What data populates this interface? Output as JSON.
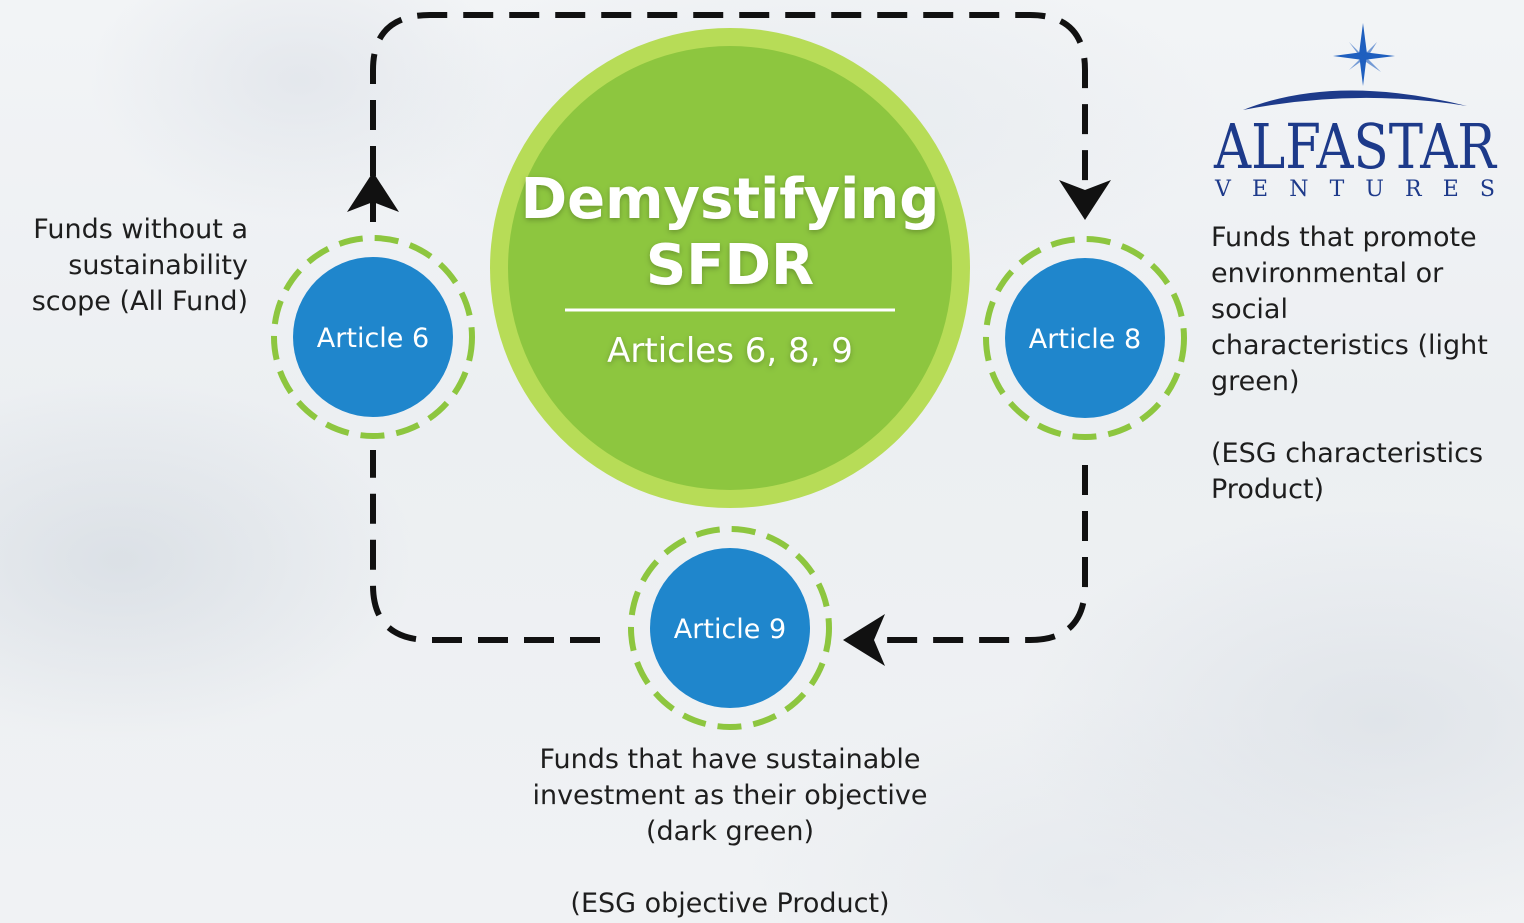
{
  "center": {
    "title_line1": "Demystifying",
    "title_line2": "SFDR",
    "subtitle": "Articles 6, 8, 9"
  },
  "articles": [
    {
      "label": "Article 6",
      "description": "Funds without a\nsustainability\nscope (All Fund)"
    },
    {
      "label": "Article 8",
      "description": "Funds that promote\nenvironmental or\nsocial\ncharacteristics (light\ngreen)\n\n(ESG characteristics\nProduct)"
    },
    {
      "label": "Article 9",
      "description": "Funds that have sustainable\ninvestment as their objective\n(dark green)\n\n(ESG objective Product)"
    }
  ],
  "logo": {
    "name": "ALFASTAR",
    "tagline": "VENTURES"
  },
  "colors": {
    "center_green": "#8dc63f",
    "article_blue": "#1f86cc",
    "dashed_ring_green": "#8dc63f",
    "arrow_black": "#111111",
    "logo_navy": "#1d3a8a"
  }
}
